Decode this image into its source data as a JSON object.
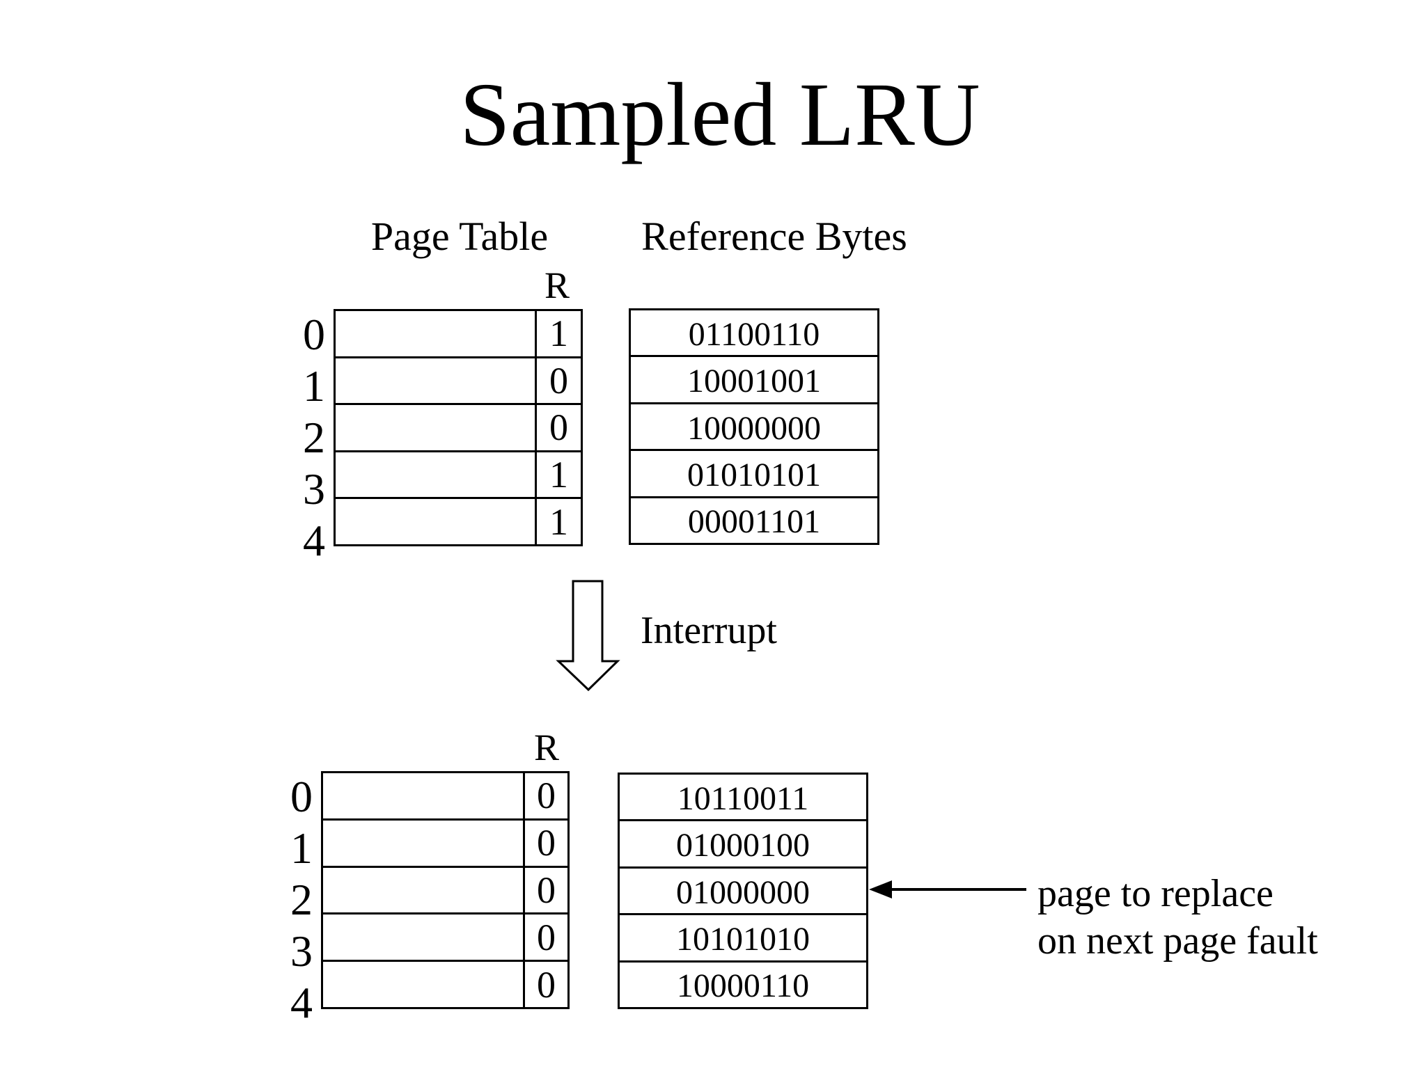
{
  "title": "Sampled LRU",
  "colors": {
    "ink": "#000000",
    "background": "#ffffff"
  },
  "headers": {
    "page_table": "Page Table",
    "reference_bytes": "Reference Bytes",
    "r_column": "R"
  },
  "interrupt": {
    "label": "Interrupt"
  },
  "annotation": {
    "line1": "page to replace",
    "line2": "on next page fault",
    "target_row_index": 2
  },
  "state_before": {
    "rows": [
      {
        "index": "0",
        "r": "1",
        "reference_byte": "01100110"
      },
      {
        "index": "1",
        "r": "0",
        "reference_byte": "10001001"
      },
      {
        "index": "2",
        "r": "0",
        "reference_byte": "10000000"
      },
      {
        "index": "3",
        "r": "1",
        "reference_byte": "01010101"
      },
      {
        "index": "4",
        "r": "1",
        "reference_byte": "00001101"
      }
    ]
  },
  "state_after": {
    "rows": [
      {
        "index": "0",
        "r": "0",
        "reference_byte": "10110011"
      },
      {
        "index": "1",
        "r": "0",
        "reference_byte": "01000100"
      },
      {
        "index": "2",
        "r": "0",
        "reference_byte": "01000000"
      },
      {
        "index": "3",
        "r": "0",
        "reference_byte": "10101010"
      },
      {
        "index": "4",
        "r": "0",
        "reference_byte": "10000110"
      }
    ]
  }
}
